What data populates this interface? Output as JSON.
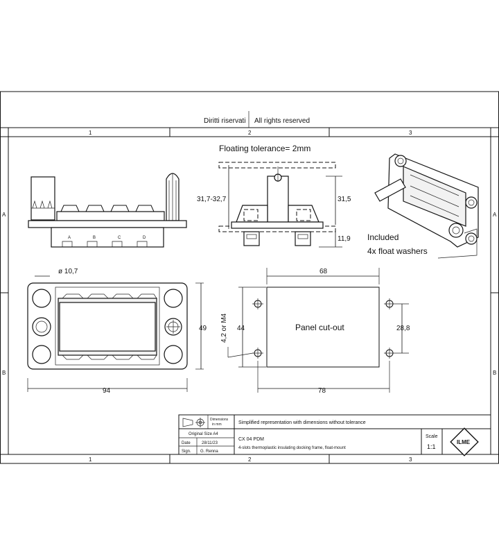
{
  "header": {
    "rights_it": "Diritti riservati",
    "rights_en": "All rights reserved"
  },
  "grid": {
    "columns": [
      "1",
      "2",
      "3"
    ],
    "rows": [
      "A",
      "B"
    ]
  },
  "views": {
    "floating_tolerance": "Floating tolerance= 2mm",
    "side_heights": [
      "31,7-32,7",
      "31,5",
      "11,9"
    ],
    "slot_letters": [
      "A",
      "B",
      "C",
      "D"
    ],
    "diameter": "ø 10,7",
    "frame_width": "94",
    "frame_height": "49",
    "hole_label": "4,2 or M4",
    "cutout_label": "Panel cut-out",
    "cutout_width": "68",
    "cutout_height": "44",
    "hole_spacing_w": "78",
    "hole_spacing_h": "28,8",
    "included_line1": "Included",
    "included_line2": "4x float washers"
  },
  "titleblock": {
    "dimensions_line1": "Dimensions",
    "dimensions_line2": "in mm",
    "original_size": "Original Size A4",
    "date_label": "Date",
    "date_value": "28/11/23",
    "sign_label": "Sign.",
    "sign_value": "G. Renna",
    "description": "Simplified representation with dimensions without tolerance",
    "part_code": "CX  04 PDM",
    "part_desc": "4-slots thermoplastic insulating docking frame, float-mount",
    "scale_label": "Scale",
    "scale_value": "1:1",
    "logo_text": "ILME"
  }
}
